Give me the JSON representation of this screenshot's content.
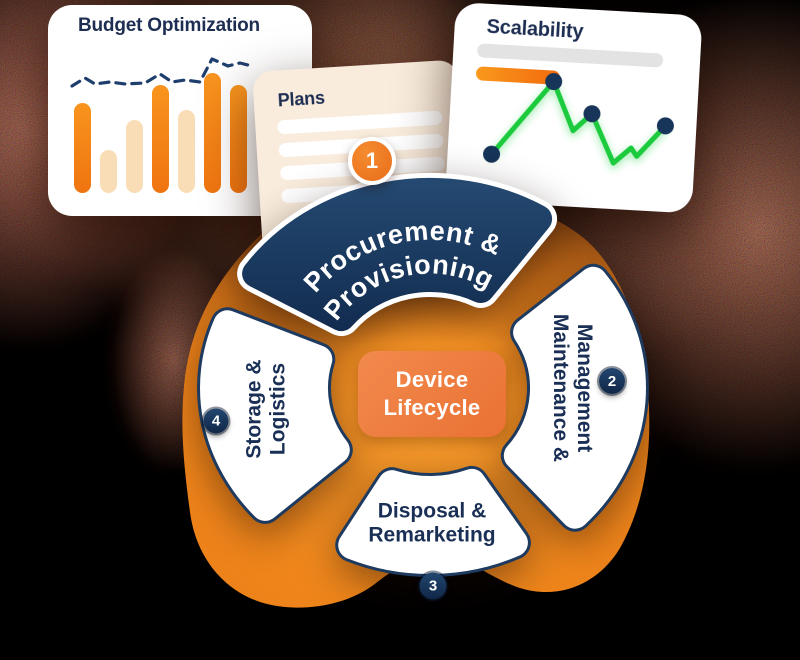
{
  "background_color": "#000000",
  "cards": {
    "budget": {
      "title": "Budget Optimization",
      "chart": {
        "type": "bar+line",
        "bars": [
          {
            "value": 90,
            "tone": "strong"
          },
          {
            "value": 43,
            "tone": "soft"
          },
          {
            "value": 73,
            "tone": "soft"
          },
          {
            "value": 108,
            "tone": "strong"
          },
          {
            "value": 83,
            "tone": "soft"
          },
          {
            "value": 120,
            "tone": "strong"
          },
          {
            "value": 108,
            "tone": "strong"
          }
        ],
        "trend_line": [
          [
            24,
            81
          ],
          [
            37,
            73
          ],
          [
            47,
            79
          ],
          [
            62,
            77
          ],
          [
            77,
            79
          ],
          [
            97,
            78
          ],
          [
            112,
            69
          ],
          [
            124,
            77
          ],
          [
            137,
            75
          ],
          [
            152,
            77
          ],
          [
            164,
            54
          ],
          [
            180,
            61
          ],
          [
            192,
            58
          ],
          [
            204,
            61
          ]
        ],
        "bar_color_strong": "#f6871c",
        "bar_color_soft": "#f9ddb6",
        "trend_color": "#1e3f6e"
      }
    },
    "plans": {
      "title": "Plans",
      "placeholder_lines": 4
    },
    "scalability": {
      "title": "Scalability",
      "progress_track_color": "#e3e3e3",
      "progress_fill_color": "#f5821f",
      "chart": {
        "type": "line",
        "points": [
          [
            44,
            150
          ],
          [
            102,
            74
          ],
          [
            124,
            122
          ],
          [
            142,
            104
          ],
          [
            166,
            152
          ],
          [
            183,
            136
          ],
          [
            189,
            144
          ],
          [
            216,
            112
          ]
        ],
        "dot_indexes": [
          0,
          1,
          3,
          7
        ],
        "line_color": "#1ecb3c",
        "dot_color": "#173459"
      }
    }
  },
  "diagram": {
    "center_label": {
      "line1": "Device",
      "line2": "Lifecycle"
    },
    "segments": [
      {
        "number": "1",
        "label_line1": "Procurement &",
        "label_line2": "Provisioning",
        "style": "navy"
      },
      {
        "number": "2",
        "label_line1": "Maintenance &",
        "label_line2": "Management",
        "style": "white"
      },
      {
        "number": "3",
        "label_line1": "Disposal &",
        "label_line2": "Remarketing",
        "style": "white"
      },
      {
        "number": "4",
        "label_line1": "Storage &",
        "label_line2": "Logistics",
        "style": "white"
      }
    ]
  },
  "colors": {
    "navy": "#16335b",
    "navy_text": "#1a2f55",
    "orange": "#f6871c",
    "orange_deep": "#ee7a3e",
    "blob_bright": "#f89a24",
    "blob_dark": "#b85f10",
    "card_cream": "#f9ecdc",
    "white": "#ffffff"
  }
}
